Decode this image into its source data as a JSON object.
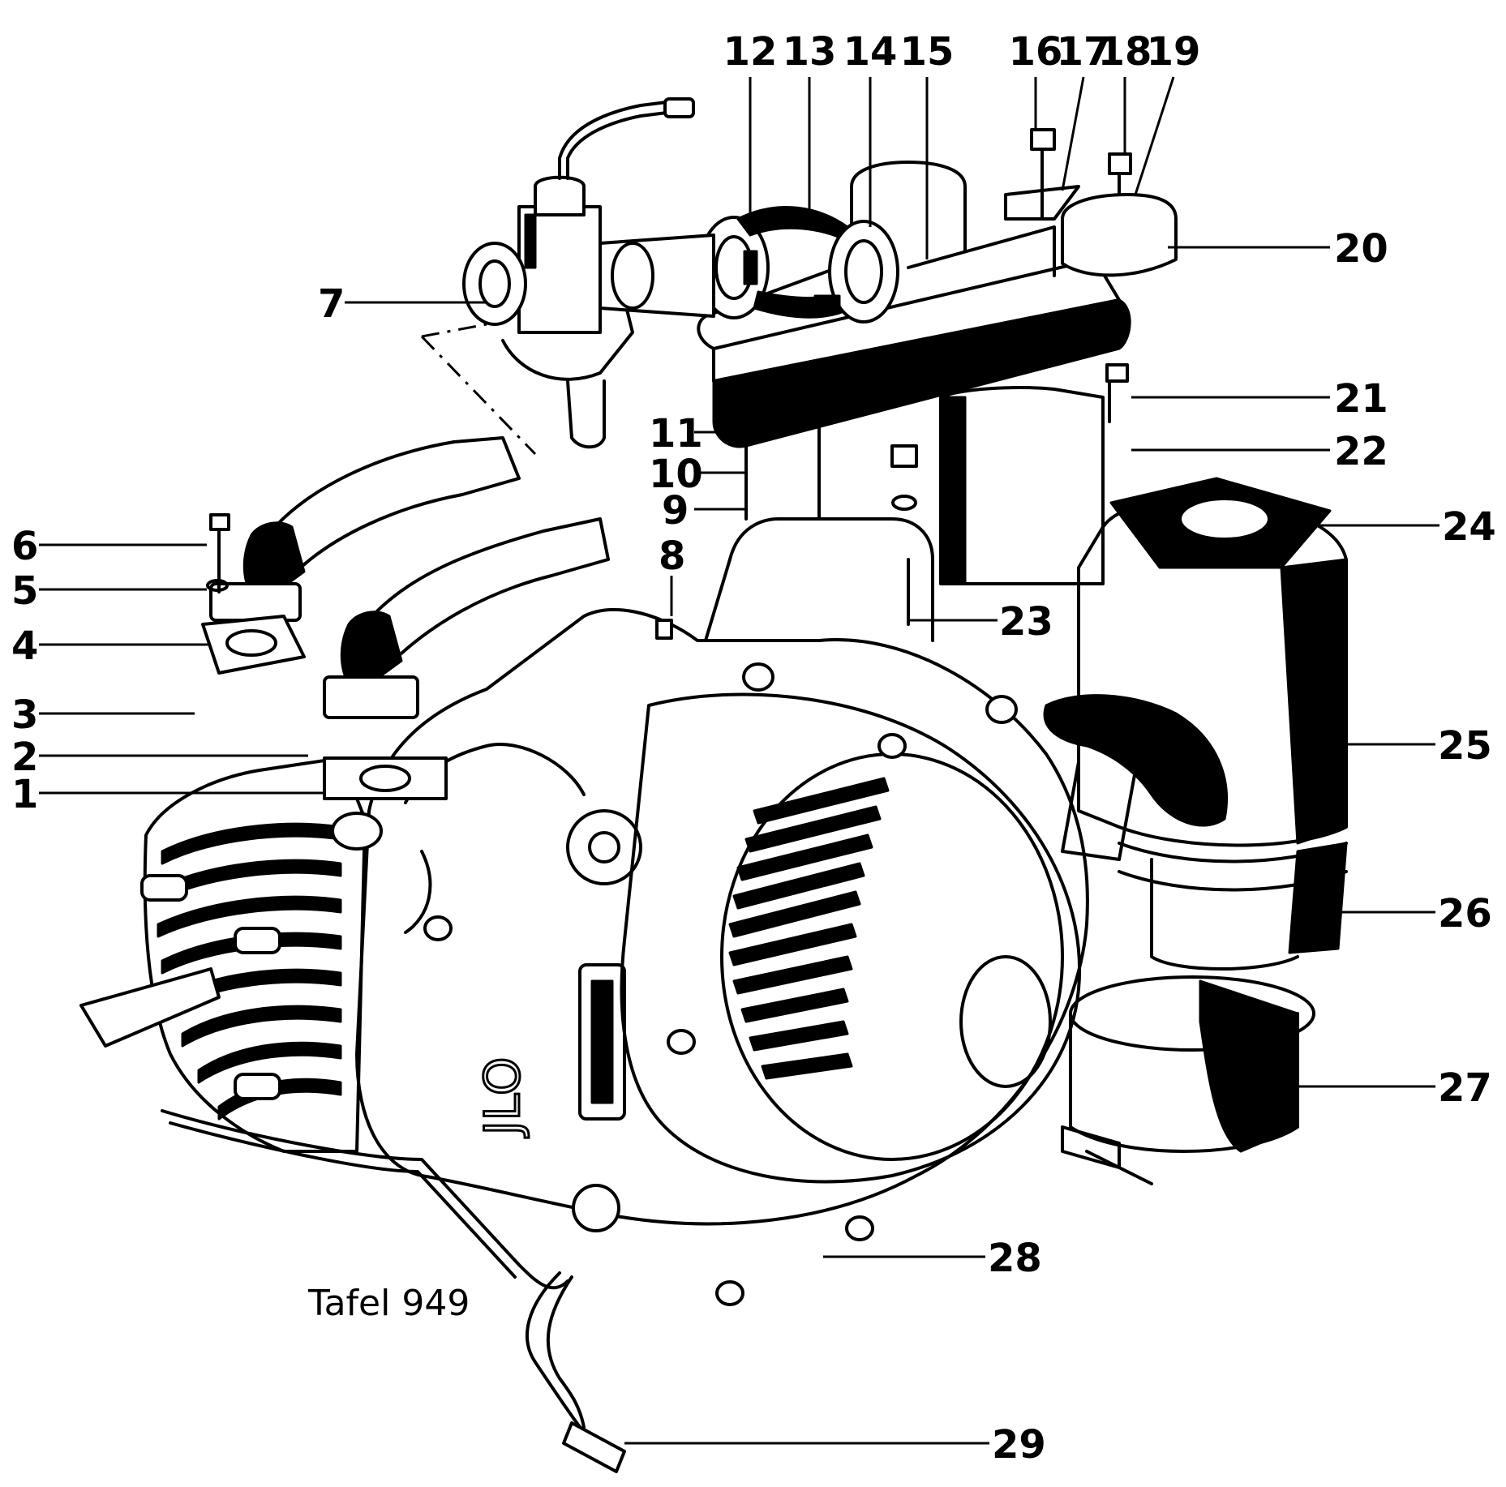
{
  "figure": {
    "plate_label": "Tafel 949",
    "crankcase_marking": "JLO"
  },
  "callouts": [
    {
      "id": "1",
      "label": "1"
    },
    {
      "id": "2",
      "label": "2"
    },
    {
      "id": "3",
      "label": "3"
    },
    {
      "id": "4",
      "label": "4"
    },
    {
      "id": "5",
      "label": "5"
    },
    {
      "id": "6",
      "label": "6"
    },
    {
      "id": "7",
      "label": "7"
    },
    {
      "id": "8",
      "label": "8"
    },
    {
      "id": "9",
      "label": "9"
    },
    {
      "id": "10",
      "label": "10"
    },
    {
      "id": "11",
      "label": "11"
    },
    {
      "id": "12",
      "label": "12"
    },
    {
      "id": "13",
      "label": "13"
    },
    {
      "id": "14",
      "label": "14"
    },
    {
      "id": "15",
      "label": "15"
    },
    {
      "id": "16",
      "label": "16"
    },
    {
      "id": "17",
      "label": "17"
    },
    {
      "id": "18",
      "label": "18"
    },
    {
      "id": "19",
      "label": "19"
    },
    {
      "id": "20",
      "label": "20"
    },
    {
      "id": "21",
      "label": "21"
    },
    {
      "id": "22",
      "label": "22"
    },
    {
      "id": "23",
      "label": "23"
    },
    {
      "id": "24",
      "label": "24"
    },
    {
      "id": "25",
      "label": "25"
    },
    {
      "id": "26",
      "label": "26"
    },
    {
      "id": "27",
      "label": "27"
    },
    {
      "id": "28",
      "label": "28"
    },
    {
      "id": "29",
      "label": "29"
    }
  ]
}
